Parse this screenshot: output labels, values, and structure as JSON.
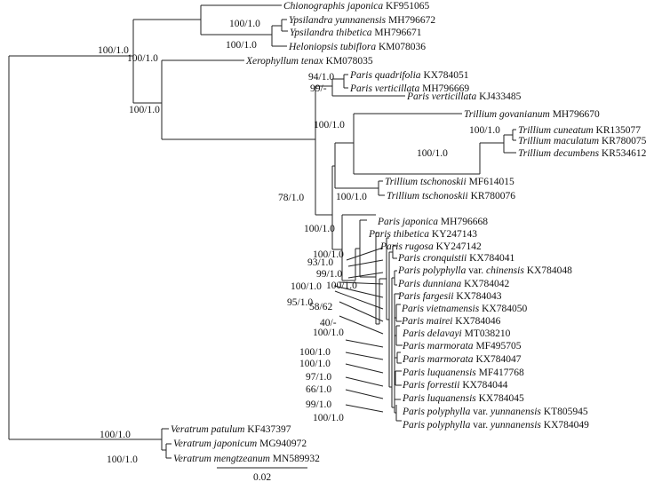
{
  "taxa": [
    {
      "id": "t1",
      "genus": "Chionographis",
      "epithet": "japonica",
      "accession": "KF951065"
    },
    {
      "id": "t2",
      "genus": "Ypsilandra",
      "epithet": "yunnanensis",
      "accession": "MH796672"
    },
    {
      "id": "t3",
      "genus": "Ypsilandra",
      "epithet": "thibetica",
      "accession": "MH796671"
    },
    {
      "id": "t4",
      "genus": "Heloniopsis",
      "epithet": "tubiflora",
      "accession": "KM078036"
    },
    {
      "id": "t5",
      "genus": "Xerophyllum",
      "epithet": "tenax",
      "accession": "KM078035"
    },
    {
      "id": "t6",
      "genus": "Paris",
      "epithet": "quadrifolia",
      "accession": "KX784051"
    },
    {
      "id": "t7",
      "genus": "Paris",
      "epithet": "verticillata",
      "accession": "MH796669"
    },
    {
      "id": "t8",
      "genus": "Paris",
      "epithet": "verticillata",
      "accession": "KJ433485"
    },
    {
      "id": "t9",
      "genus": "Trillium",
      "epithet": "govanianum",
      "accession": "MH796670"
    },
    {
      "id": "t10",
      "genus": "Trillium",
      "epithet": "cuneatum",
      "accession": "KR135077"
    },
    {
      "id": "t11",
      "genus": "Trillium",
      "epithet": "maculatum",
      "accession": "KR780075"
    },
    {
      "id": "t12",
      "genus": "Trillium",
      "epithet": "decumbens",
      "accession": "KR534612"
    },
    {
      "id": "t13",
      "genus": "Trillium",
      "epithet": "tschonoskii",
      "accession": "MF614015"
    },
    {
      "id": "t14",
      "genus": "Trillium",
      "epithet": "tschonoskii",
      "accession": "KR780076"
    },
    {
      "id": "t15",
      "genus": "Paris",
      "epithet": "japonica",
      "accession": "MH796668"
    },
    {
      "id": "t16",
      "genus": "Paris",
      "epithet": "thibetica",
      "accession": "KY247143"
    },
    {
      "id": "t17",
      "genus": "Paris",
      "epithet": "rugosa",
      "accession": "KY247142"
    },
    {
      "id": "t18",
      "genus": "Paris",
      "epithet": "cronquistii",
      "accession": "KX784041"
    },
    {
      "id": "t19",
      "genus": "Paris",
      "epithet": "polyphylla",
      "variety": "chinensis",
      "accession": "KX784048"
    },
    {
      "id": "t20",
      "genus": "Paris",
      "epithet": "dunniana",
      "accession": "KX784042"
    },
    {
      "id": "t21",
      "genus": "Paris",
      "epithet": "fargesii",
      "accession": "KX784043"
    },
    {
      "id": "t22",
      "genus": "Paris",
      "epithet": "vietnamensis",
      "accession": "KX784050"
    },
    {
      "id": "t23",
      "genus": "Paris",
      "epithet": "mairei",
      "accession": "KX784046"
    },
    {
      "id": "t24",
      "genus": "Paris",
      "epithet": "delavayi",
      "accession": "MT038210"
    },
    {
      "id": "t25",
      "genus": "Paris",
      "epithet": "marmorata",
      "accession": "MF495705"
    },
    {
      "id": "t26",
      "genus": "Paris",
      "epithet": "marmorata",
      "accession": "KX784047"
    },
    {
      "id": "t27",
      "genus": "Paris",
      "epithet": "luquanensis",
      "accession": "MF417768"
    },
    {
      "id": "t28",
      "genus": "Paris",
      "epithet": "forrestii",
      "accession": "KX784044"
    },
    {
      "id": "t29",
      "genus": "Paris",
      "epithet": "luquanensis",
      "accession": "KX784045"
    },
    {
      "id": "t30",
      "genus": "Paris",
      "epithet": "polyphylla",
      "variety": "yunnanensis",
      "accession": "KT805945"
    },
    {
      "id": "t31",
      "genus": "Paris",
      "epithet": "polyphylla",
      "variety": "yunnanensis",
      "accession": "KX784049"
    },
    {
      "id": "t32",
      "genus": "Veratrum",
      "epithet": "patulum",
      "accession": "KF437397"
    },
    {
      "id": "t33",
      "genus": "Veratrum",
      "epithet": "japonicum",
      "accession": "MG940972"
    },
    {
      "id": "t34",
      "genus": "Veratrum",
      "epithet": "mengtzeanum",
      "accession": "MN589932"
    }
  ],
  "var_label": "var.",
  "support_labels": [
    "100/1.0",
    "100/1.0",
    "100/1.0",
    "100/1.0",
    "100/1.0",
    "94/1.0",
    "99/-",
    "100/1.0",
    "100/1.0",
    "100/1.0",
    "100/1.0",
    "78/1.0",
    "100/1.0",
    "100/1.0",
    "93/1.0",
    "99/1.0",
    "100/1.0",
    "100/1.0",
    "95/1.0",
    "58/62",
    "40/-",
    "100/1.0",
    "100/1.0",
    "100/1.0",
    "97/1.0",
    "66/1.0",
    "99/1.0",
    "100/1.0",
    "100/1.0",
    "100/1.0"
  ],
  "scale_bar": {
    "value": 0.02,
    "label": "0.02"
  }
}
